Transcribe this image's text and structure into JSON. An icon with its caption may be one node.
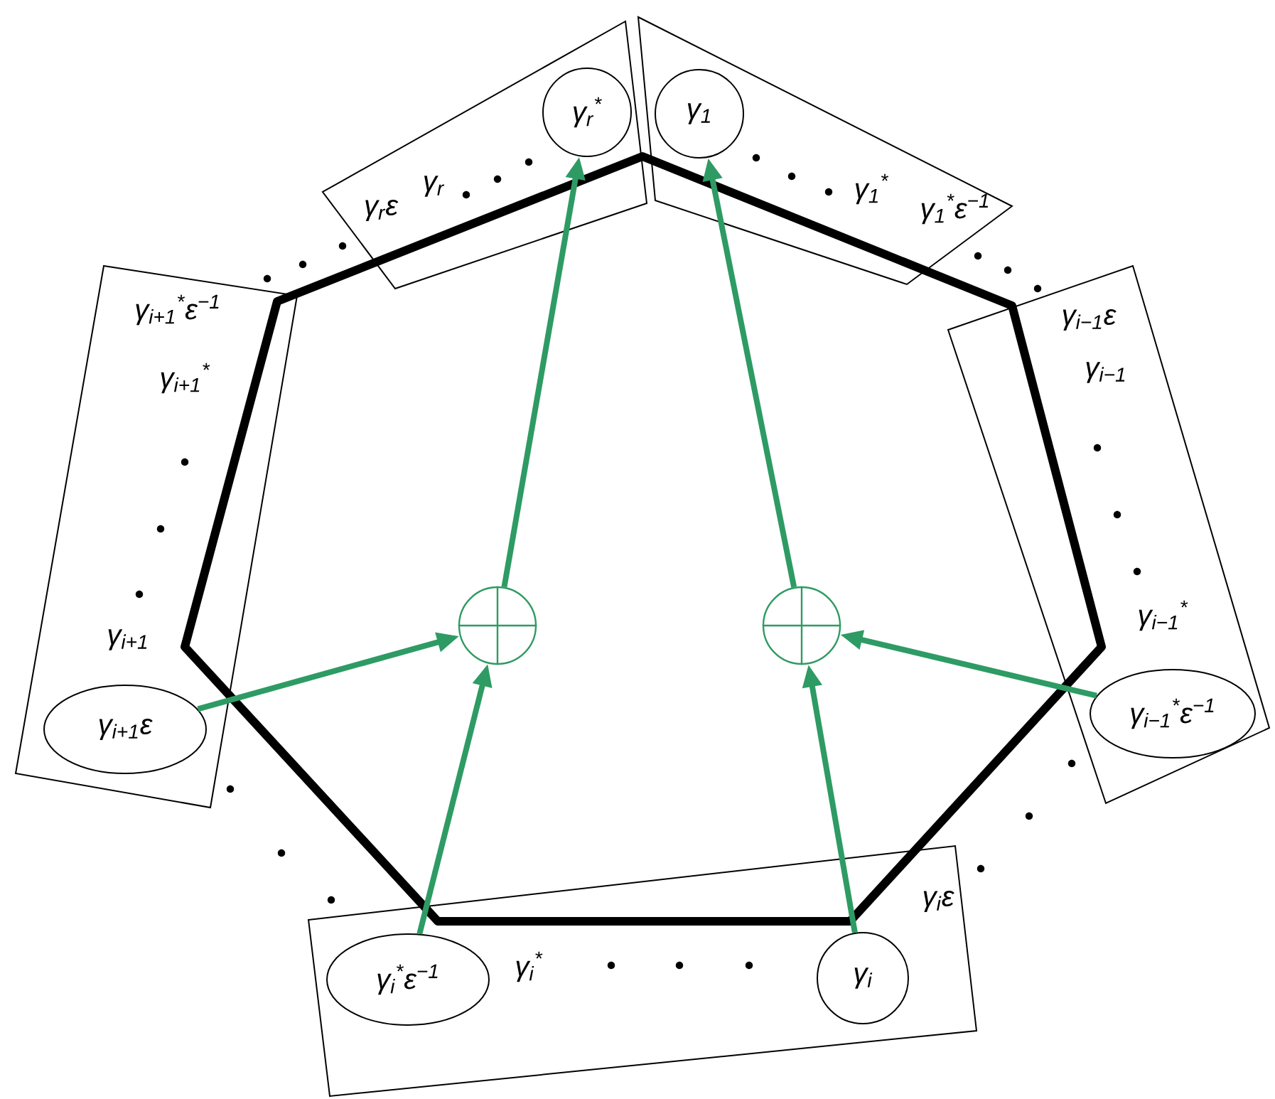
{
  "diagram": {
    "nodes": [
      {
        "text": [
          "γ$_{r}$ε",
          "γ$_{r}$"
        ]
      },
      {
        "text": [
          "γ$_{r}$$^{*}$"
        ],
        "in": 0
      },
      {
        "text": [
          "γ$_{1}$$^{*}$",
          "γ$_{1}$$^{*}$ε$^{−1}$"
        ]
      },
      {
        "text": [
          "γ$_{1}$"
        ],
        "in": 2
      },
      {
        "text": [
          "γ$_{i+1}$$^{*}$ε$^{−1}$",
          "γ$_{i+1}$$^{*}$",
          "γ$_{i+1}$"
        ]
      },
      {
        "text": [
          "γ$_{i+1}$ε"
        ],
        "in": 4
      },
      {
        "text": [
          "γ$_{i−1}$ε",
          "γ$_{i−1}$",
          "γ$_{i−1}$$^{*}$"
        ]
      },
      {
        "text": [
          "γ$_{i−1}$$^{*}$ε$^{−1}$"
        ],
        "in": 6
      },
      {
        "text": [
          "γ$_{i}$$^{*}$",
          "γ$_{i}$ε"
        ]
      },
      {
        "text": [
          "γ$_{i}$$^{*}$ε$^{−1}$"
        ],
        "in": 8
      },
      {
        "text": [
          "γ$_{i}$"
        ],
        "in": 8
      },
      {
        "text": [],
        "shape": "circle"
      },
      {
        "text": [],
        "shape": "circle"
      }
    ],
    "edges": [
      {
        "from": 5,
        "to": 11,
        "arrow": "to"
      },
      {
        "from": 9,
        "to": 11,
        "arrow": "to"
      },
      {
        "from": 11,
        "to": 1,
        "arrow": "to"
      },
      {
        "from": 10,
        "to": 12,
        "arrow": "to"
      },
      {
        "from": 7,
        "to": 12,
        "arrow": "to"
      },
      {
        "from": 12,
        "to": 3,
        "arrow": "to"
      }
    ]
  }
}
